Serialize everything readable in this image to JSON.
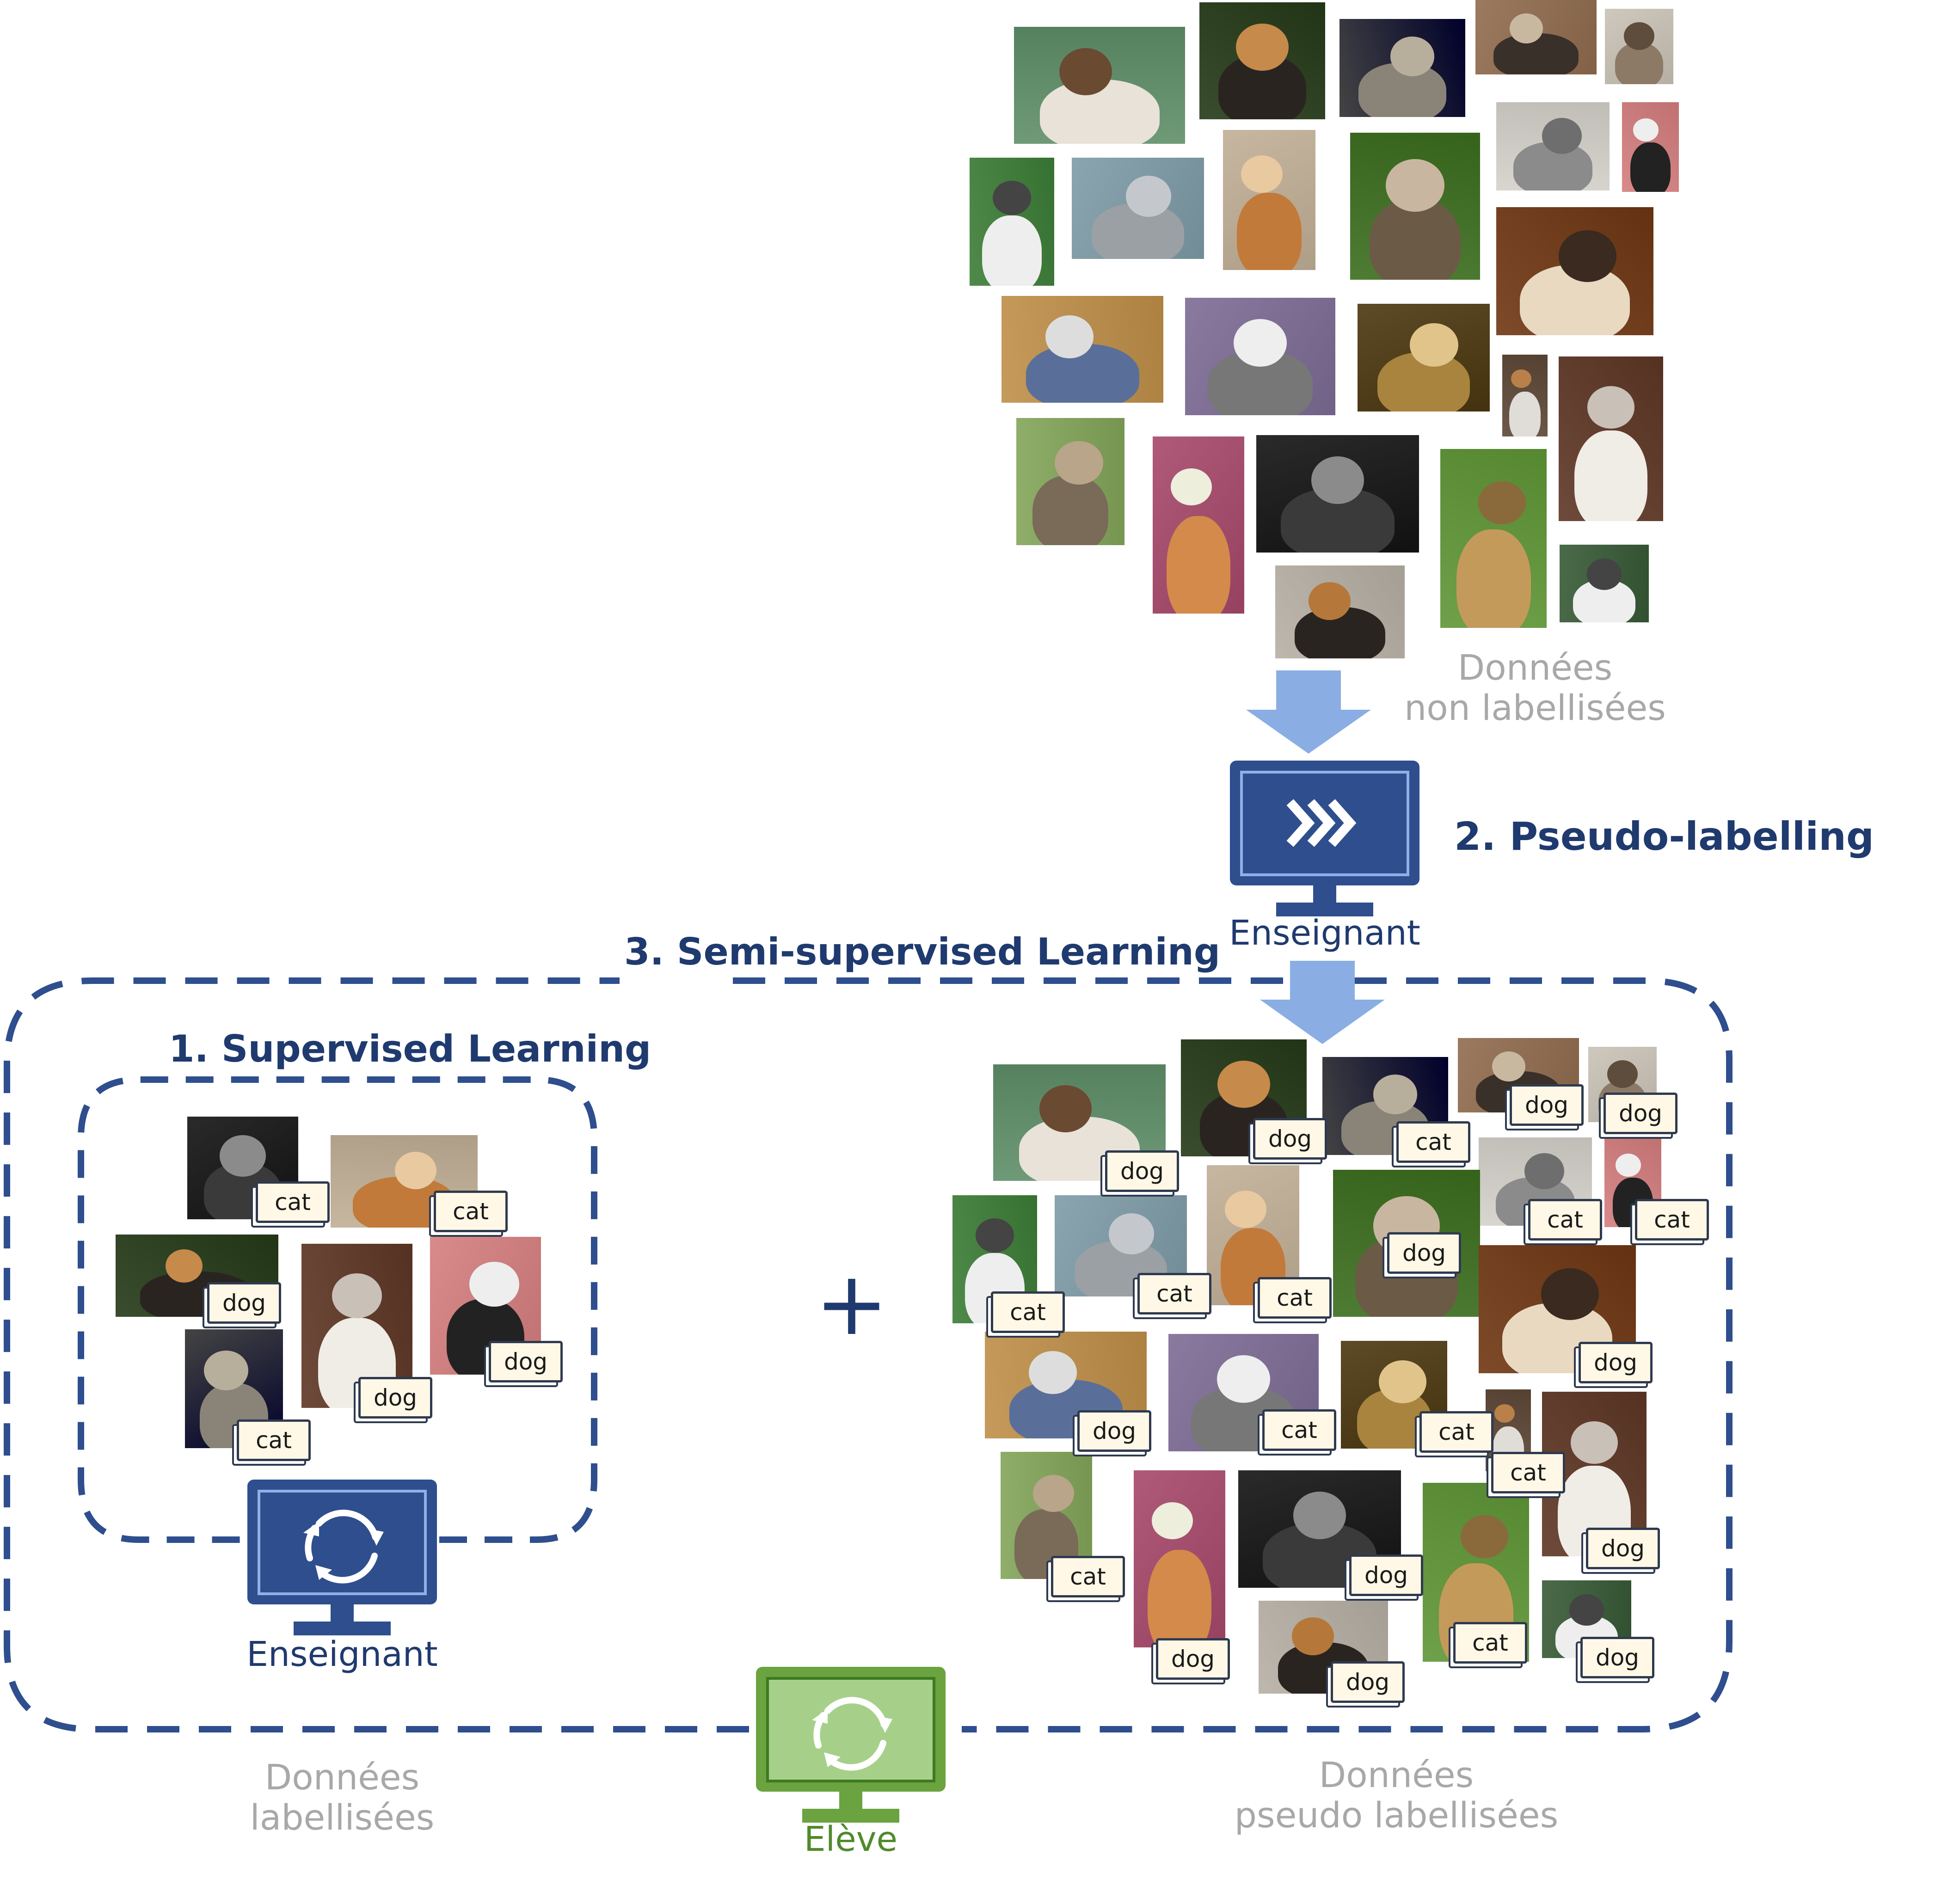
{
  "colors": {
    "navy": "#1f3a6e",
    "monitor_blue": "#2e4e8e",
    "monitor_green": "#6aa33f",
    "monitor_green_light": "#a6d08a",
    "arrow": "#8aaee3",
    "caption_gray": "#a8a8a8",
    "dashed_border": "#2e4e8e",
    "student_green": "#4f8a2c"
  },
  "sections": {
    "pseudo_labelling_title": "2. Pseudo-labelling",
    "semi_supervised_title": "3. Semi-supervised Learning",
    "supervised_title": "1. Supervised Learning"
  },
  "captions": {
    "unlabelled": [
      "Données",
      "non labellisées"
    ],
    "labelled": [
      "Données",
      "labellisées"
    ],
    "pseudo_labelled": [
      "Données",
      "pseudo labellisées"
    ]
  },
  "monitors": {
    "teacher_pseudo": {
      "label": "Enseignant",
      "icon": "fast-forward-icon"
    },
    "teacher_supervised": {
      "label": "Enseignant",
      "icon": "refresh-cycle-icon"
    },
    "student": {
      "label": "Elève",
      "icon": "refresh-cycle-icon"
    }
  },
  "plus_sign": "+",
  "supervised_labels": [
    "cat",
    "cat",
    "dog",
    "dog",
    "dog",
    "cat"
  ],
  "pseudo_labels": [
    "dog",
    "dog",
    "cat",
    "dog",
    "dog",
    "cat",
    "cat",
    "cat",
    "cat",
    "cat",
    "dog",
    "dog",
    "dog",
    "cat",
    "cat",
    "cat",
    "dog",
    "cat",
    "dog",
    "dog",
    "cat",
    "dog",
    "dog"
  ]
}
